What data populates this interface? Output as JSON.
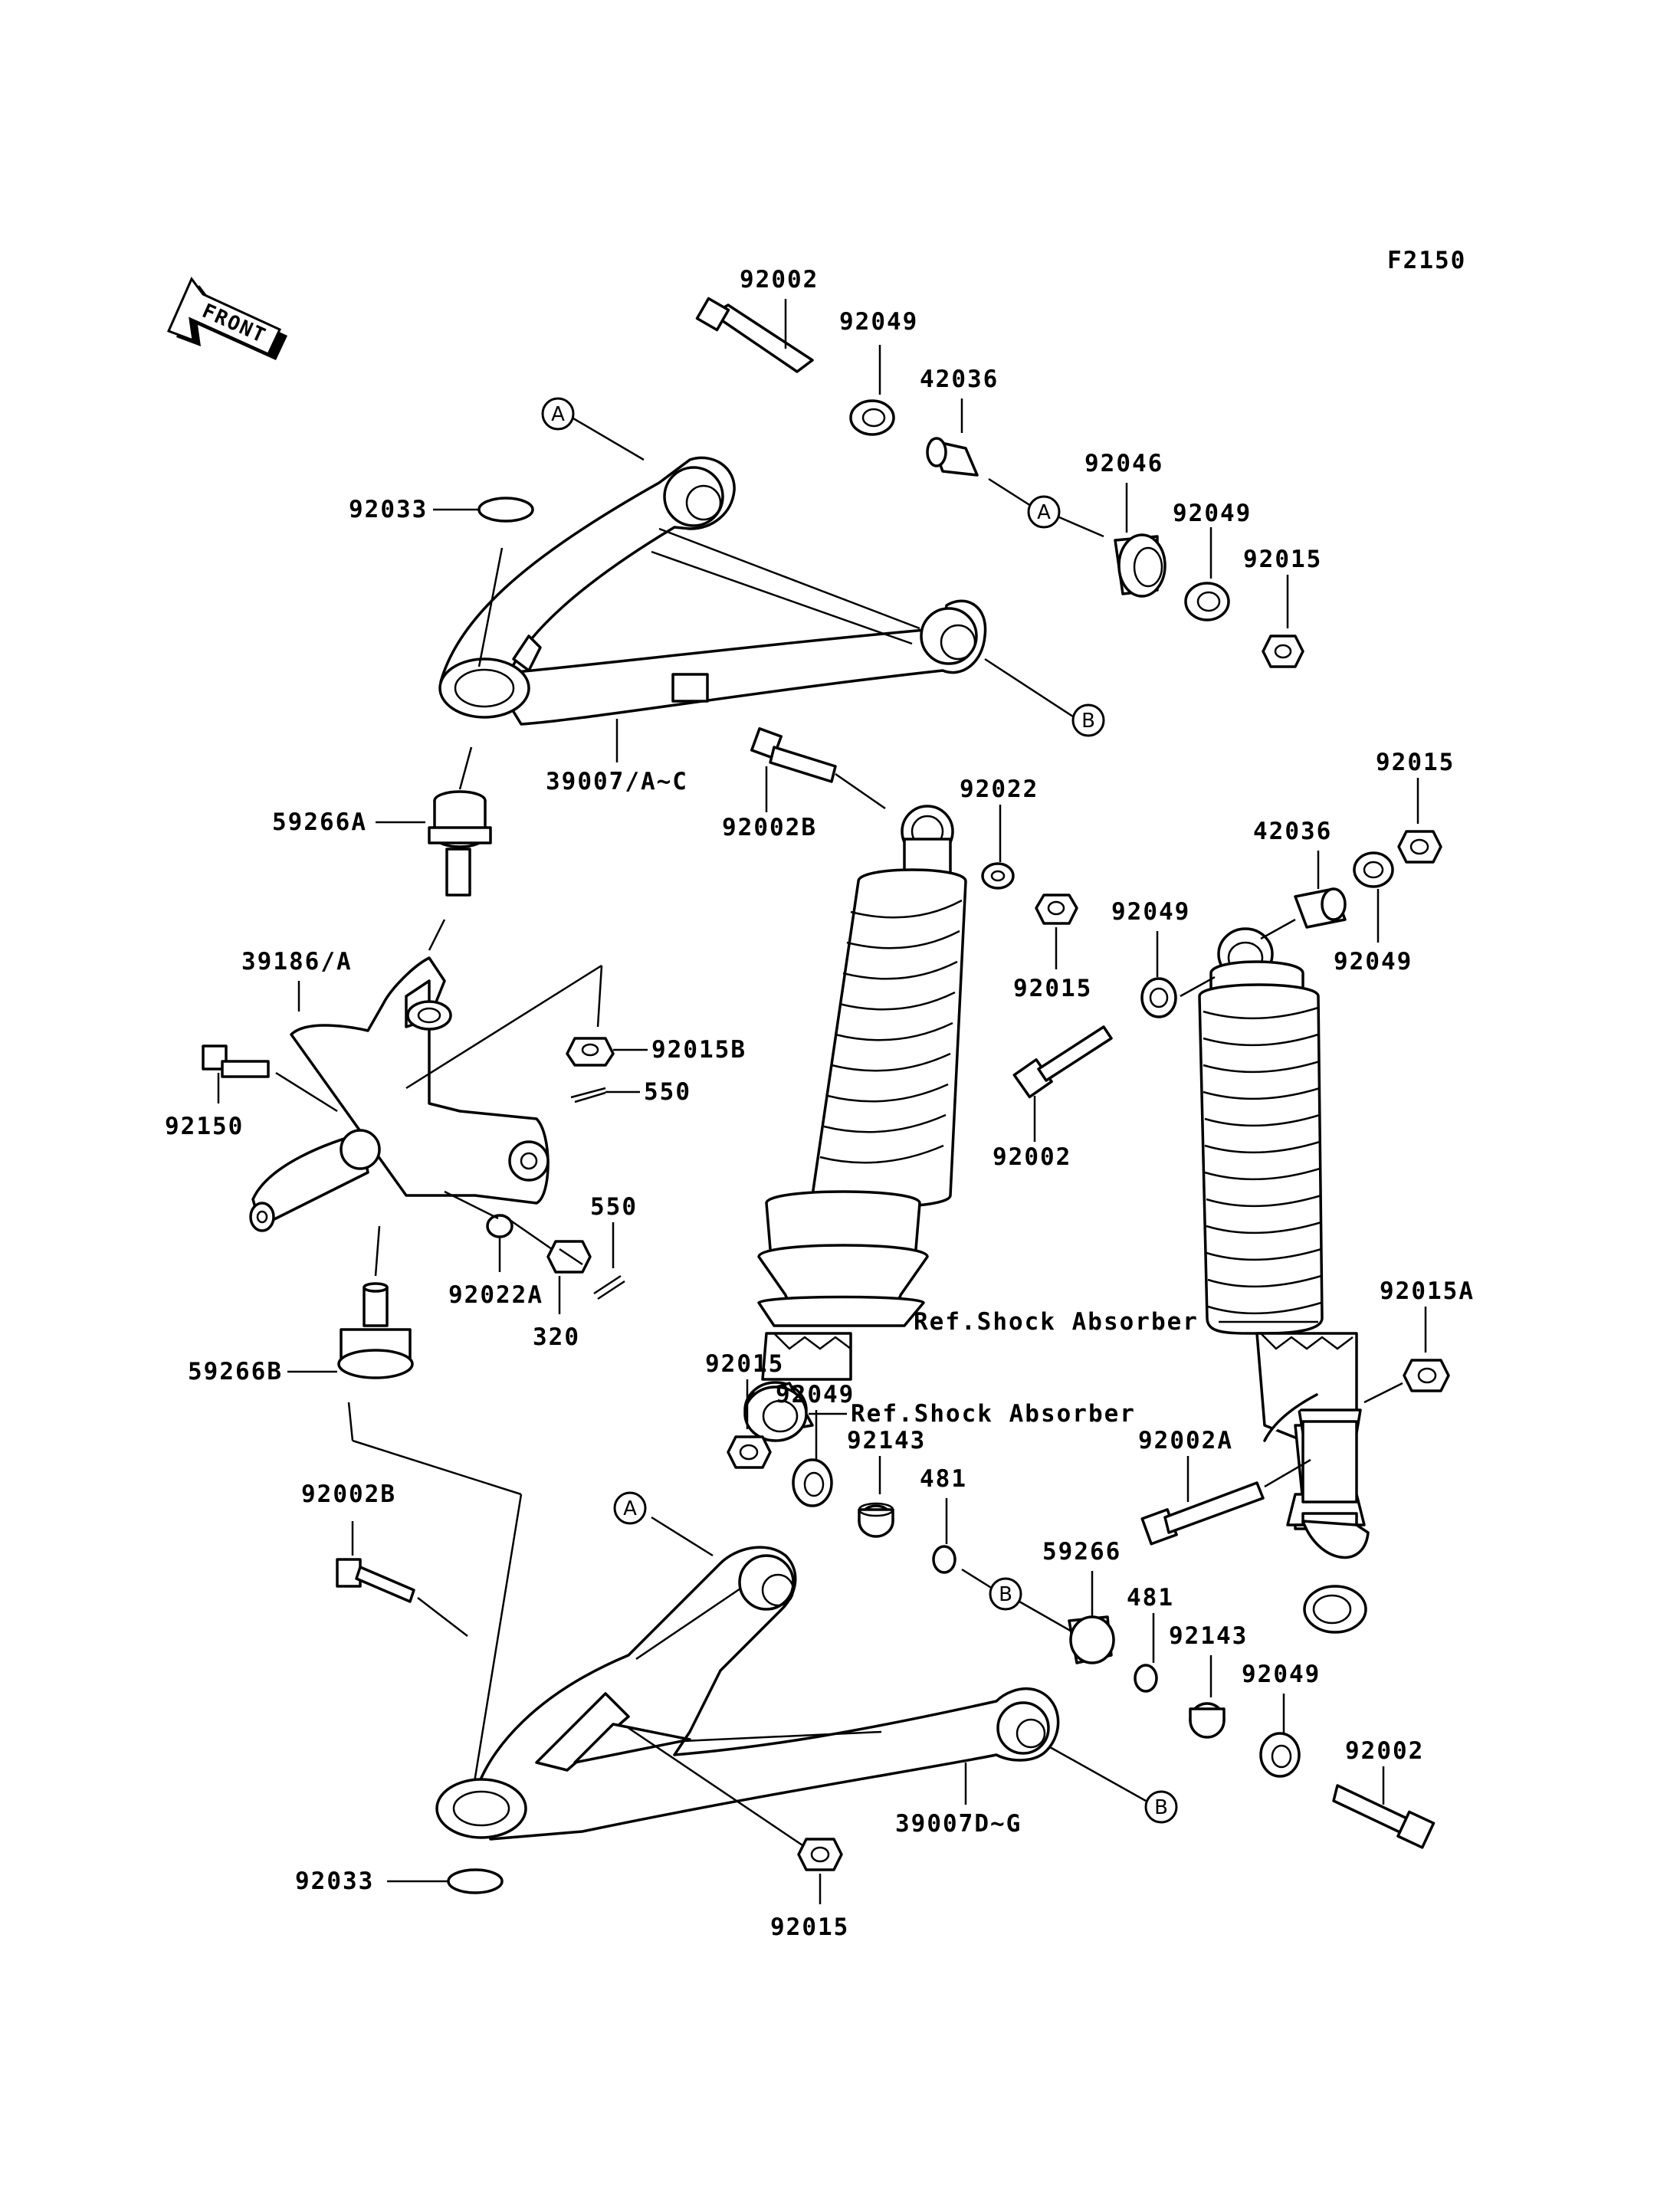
{
  "figure_code": "F2150",
  "front_label": "FRONT",
  "callouts": {
    "A": "A",
    "B": "B"
  },
  "labels": {
    "p92002_top": "92002",
    "p92049_a": "92049",
    "p42036_a": "42036",
    "p92046": "92046",
    "p92049_b": "92049",
    "p92015_a": "92015",
    "p92033_top": "92033",
    "p39007_ac": "39007/A~C",
    "p59266A": "59266A",
    "p92002B_a": "92002B",
    "p92022": "92022",
    "p92015_b": "92015",
    "p92015_c": "92015",
    "p42036_b": "42036",
    "p92049_c": "92049",
    "p92049_d": "92049",
    "p39186A": "39186/A",
    "p92015B": "92015B",
    "p550_a": "550",
    "p92150": "92150",
    "p92002_mid": "92002",
    "p550_b": "550",
    "p92022A": "92022A",
    "p320": "320",
    "ref_shock_1": "Ref.Shock Absorber",
    "ref_shock_2": "Ref.Shock Absorber",
    "p92015A": "92015A",
    "p59266B": "59266B",
    "p92015_d": "92015",
    "p92049_e": "92049",
    "p92143_a": "92143",
    "p481_a": "481",
    "p92002A": "92002A",
    "p92002B_b": "92002B",
    "p59266": "59266",
    "p481_b": "481",
    "p92143_b": "92143",
    "p92049_f": "92049",
    "p92002_bot": "92002",
    "p39007_dg": "39007D~G",
    "p92033_bot": "92033",
    "p92015_e": "92015"
  }
}
